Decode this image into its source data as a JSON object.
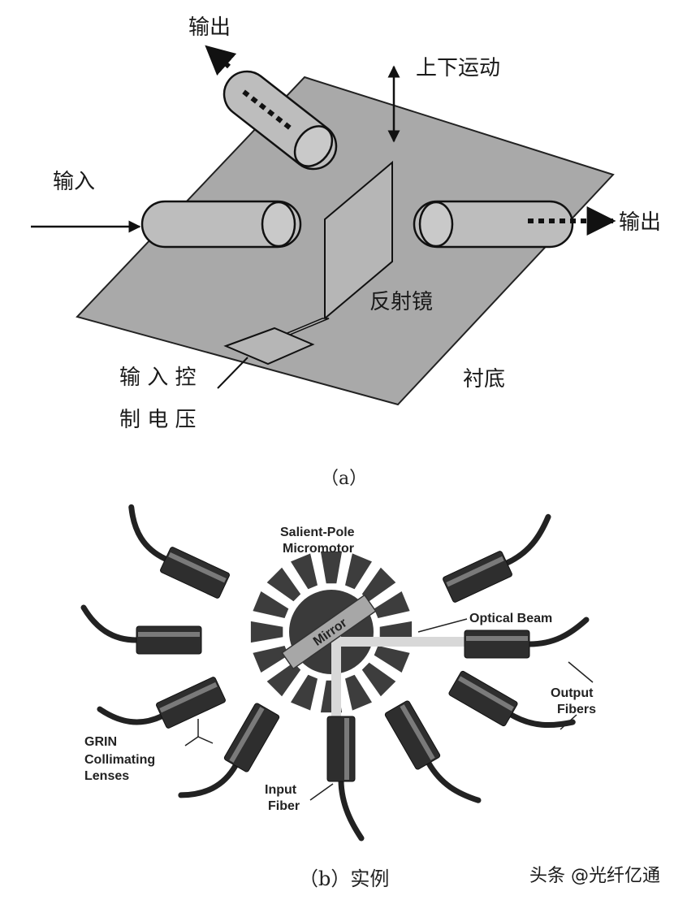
{
  "figure_a": {
    "labels": {
      "output_top": "输出",
      "up_down": "上下运动",
      "input": "输入",
      "output_right": "输出",
      "mirror": "反射镜",
      "control_line1": "输 入 控",
      "control_line2": "制 电 压",
      "substrate": "衬底"
    },
    "caption": "（a）"
  },
  "figure_b": {
    "labels": {
      "motor_line1": "Salient-Pole",
      "motor_line2": "Micromotor",
      "mirror": "Mirror",
      "optical_beam": "Optical Beam",
      "output_line1": "Output",
      "output_line2": "Fibers",
      "grin_line1": "GRIN",
      "grin_line2": "Collimating",
      "grin_line3": "Lenses",
      "input_line1": "Input",
      "input_line2": "Fiber"
    },
    "caption": "（b）实例"
  },
  "watermark": "头条 @光纤亿通"
}
